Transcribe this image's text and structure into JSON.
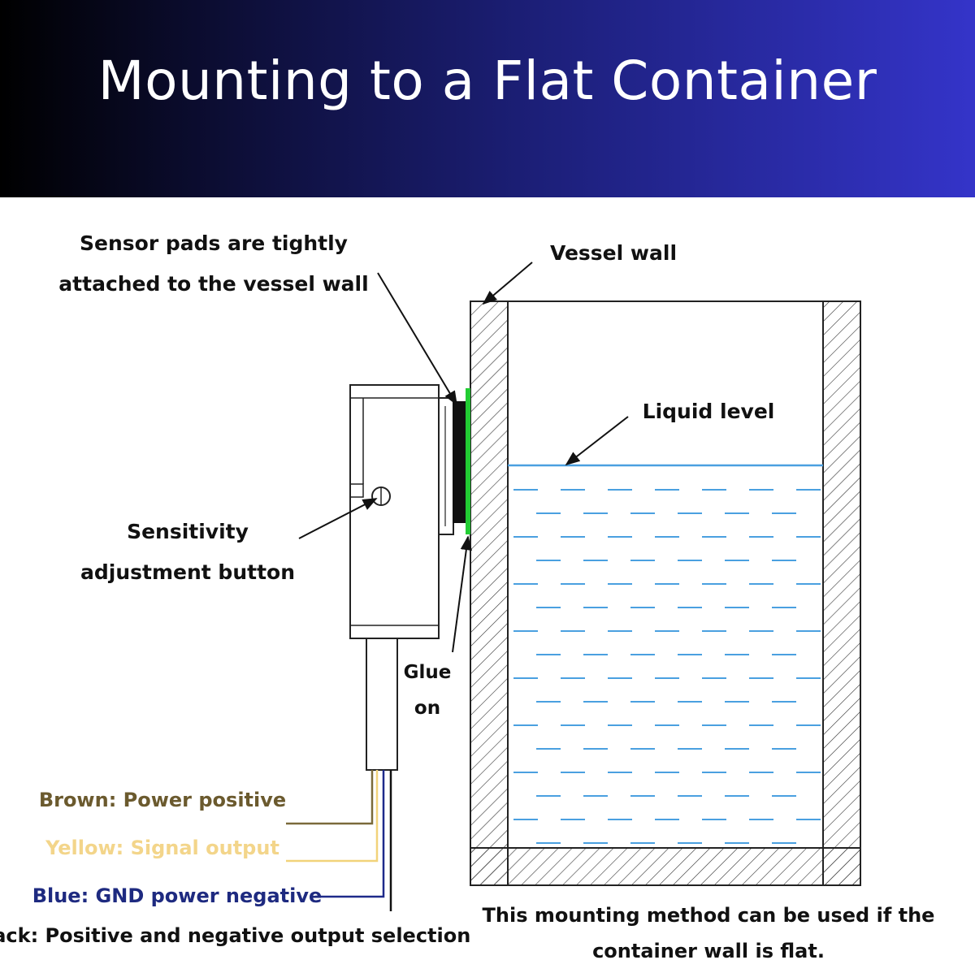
{
  "title": "Mounting to a Flat Container",
  "labels": {
    "sensor_pads_line1": "Sensor pads are tightly",
    "sensor_pads_line2": "attached to the vessel wall",
    "vessel_wall": "Vessel wall",
    "liquid_level": "Liquid level",
    "sensitivity_line1": "Sensitivity",
    "sensitivity_line2": "adjustment button",
    "glue_line1": "Glue",
    "glue_line2": "on",
    "note_line1": "This mounting method can be used if the",
    "note_line2": "container wall is flat."
  },
  "wires": [
    {
      "label": "Brown: Power positive",
      "color": "#7a6a3a"
    },
    {
      "label": "Yellow: Signal output",
      "color": "#f2d37a"
    },
    {
      "label": "Blue: GND power negative",
      "color": "#1e2a8a"
    },
    {
      "label": "Black: Positive and negative output selection",
      "color": "#111111"
    }
  ],
  "colors": {
    "liquid": "#4aa0e0",
    "sensor_pad": "#22cc33",
    "outline": "#222222"
  }
}
